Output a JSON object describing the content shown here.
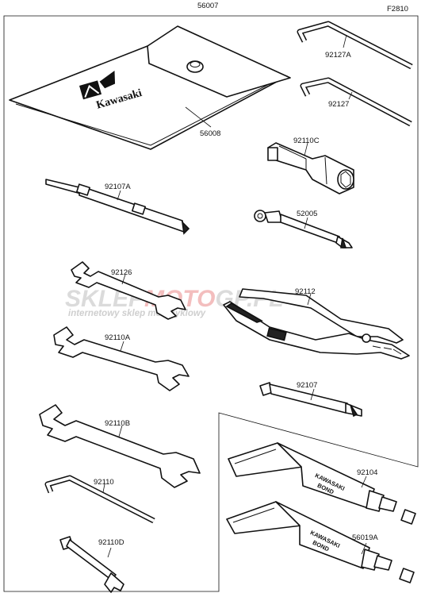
{
  "header": {
    "figure_code": "F2810",
    "assembly_part": "56007"
  },
  "parts": {
    "pouch": "56008",
    "hex_key_a": "92127A",
    "hex_key": "92127",
    "plug_wrench": "92110C",
    "driver_double": "92107A",
    "plug_handle_driver": "52005",
    "wrench_92126": "92126",
    "pliers": "92112",
    "wrench_92110a": "92110A",
    "driver_92107": "92107",
    "wrench_92110b": "92110B",
    "bond_tube_a": "92104",
    "hex_wrench_92110": "92110",
    "bond_tube_b": "56019A",
    "spoke_wrench": "92110D"
  },
  "brand": {
    "logo_text": "Kawasaki",
    "tube_text_line1": "KAWASAKI",
    "tube_text_line2": "BOND"
  },
  "watermark": {
    "line1_prefix": "SKLEP",
    "line1_accent": "MOTO",
    "line1_suffix": "GP.PL",
    "line2": "internetowy sklep motocyklowy"
  },
  "colors": {
    "ink": "#111111",
    "watermark_gray": "#d8d8d8",
    "watermark_red": "#f2b8b8"
  }
}
